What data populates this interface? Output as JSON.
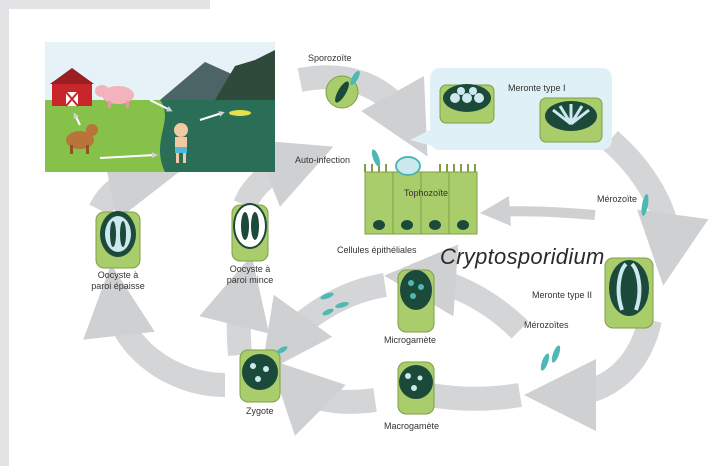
{
  "diagram": {
    "title": "Cryptosporidium",
    "stages": {
      "sporozoite": "Sporozoïte",
      "auto_infection": "Auto-infection",
      "tophozoite": "Tophozoïte",
      "epithelial_cells": "Cellules épithéliales",
      "meronte_type_1": "Meronte type I",
      "merozoite": "Mérozoïte",
      "meronte_type_2": "Meronte type II",
      "merozoites": "Mérozoïtes",
      "microgamete": "Microgamète",
      "macrogamete": "Macrogamète",
      "zygote": "Zygote",
      "oocyst_thin": "Oocyste à\nparoi mince",
      "oocyst_thick": "Oocyste à\nparoi épaisse"
    }
  },
  "colors": {
    "arrow": "#cfd0d2",
    "cell_green": "#a9cd6a",
    "cell_dark": "#1c4a3a",
    "parasite_teal": "#4fb8b4",
    "bubble": "#dff1f6"
  }
}
